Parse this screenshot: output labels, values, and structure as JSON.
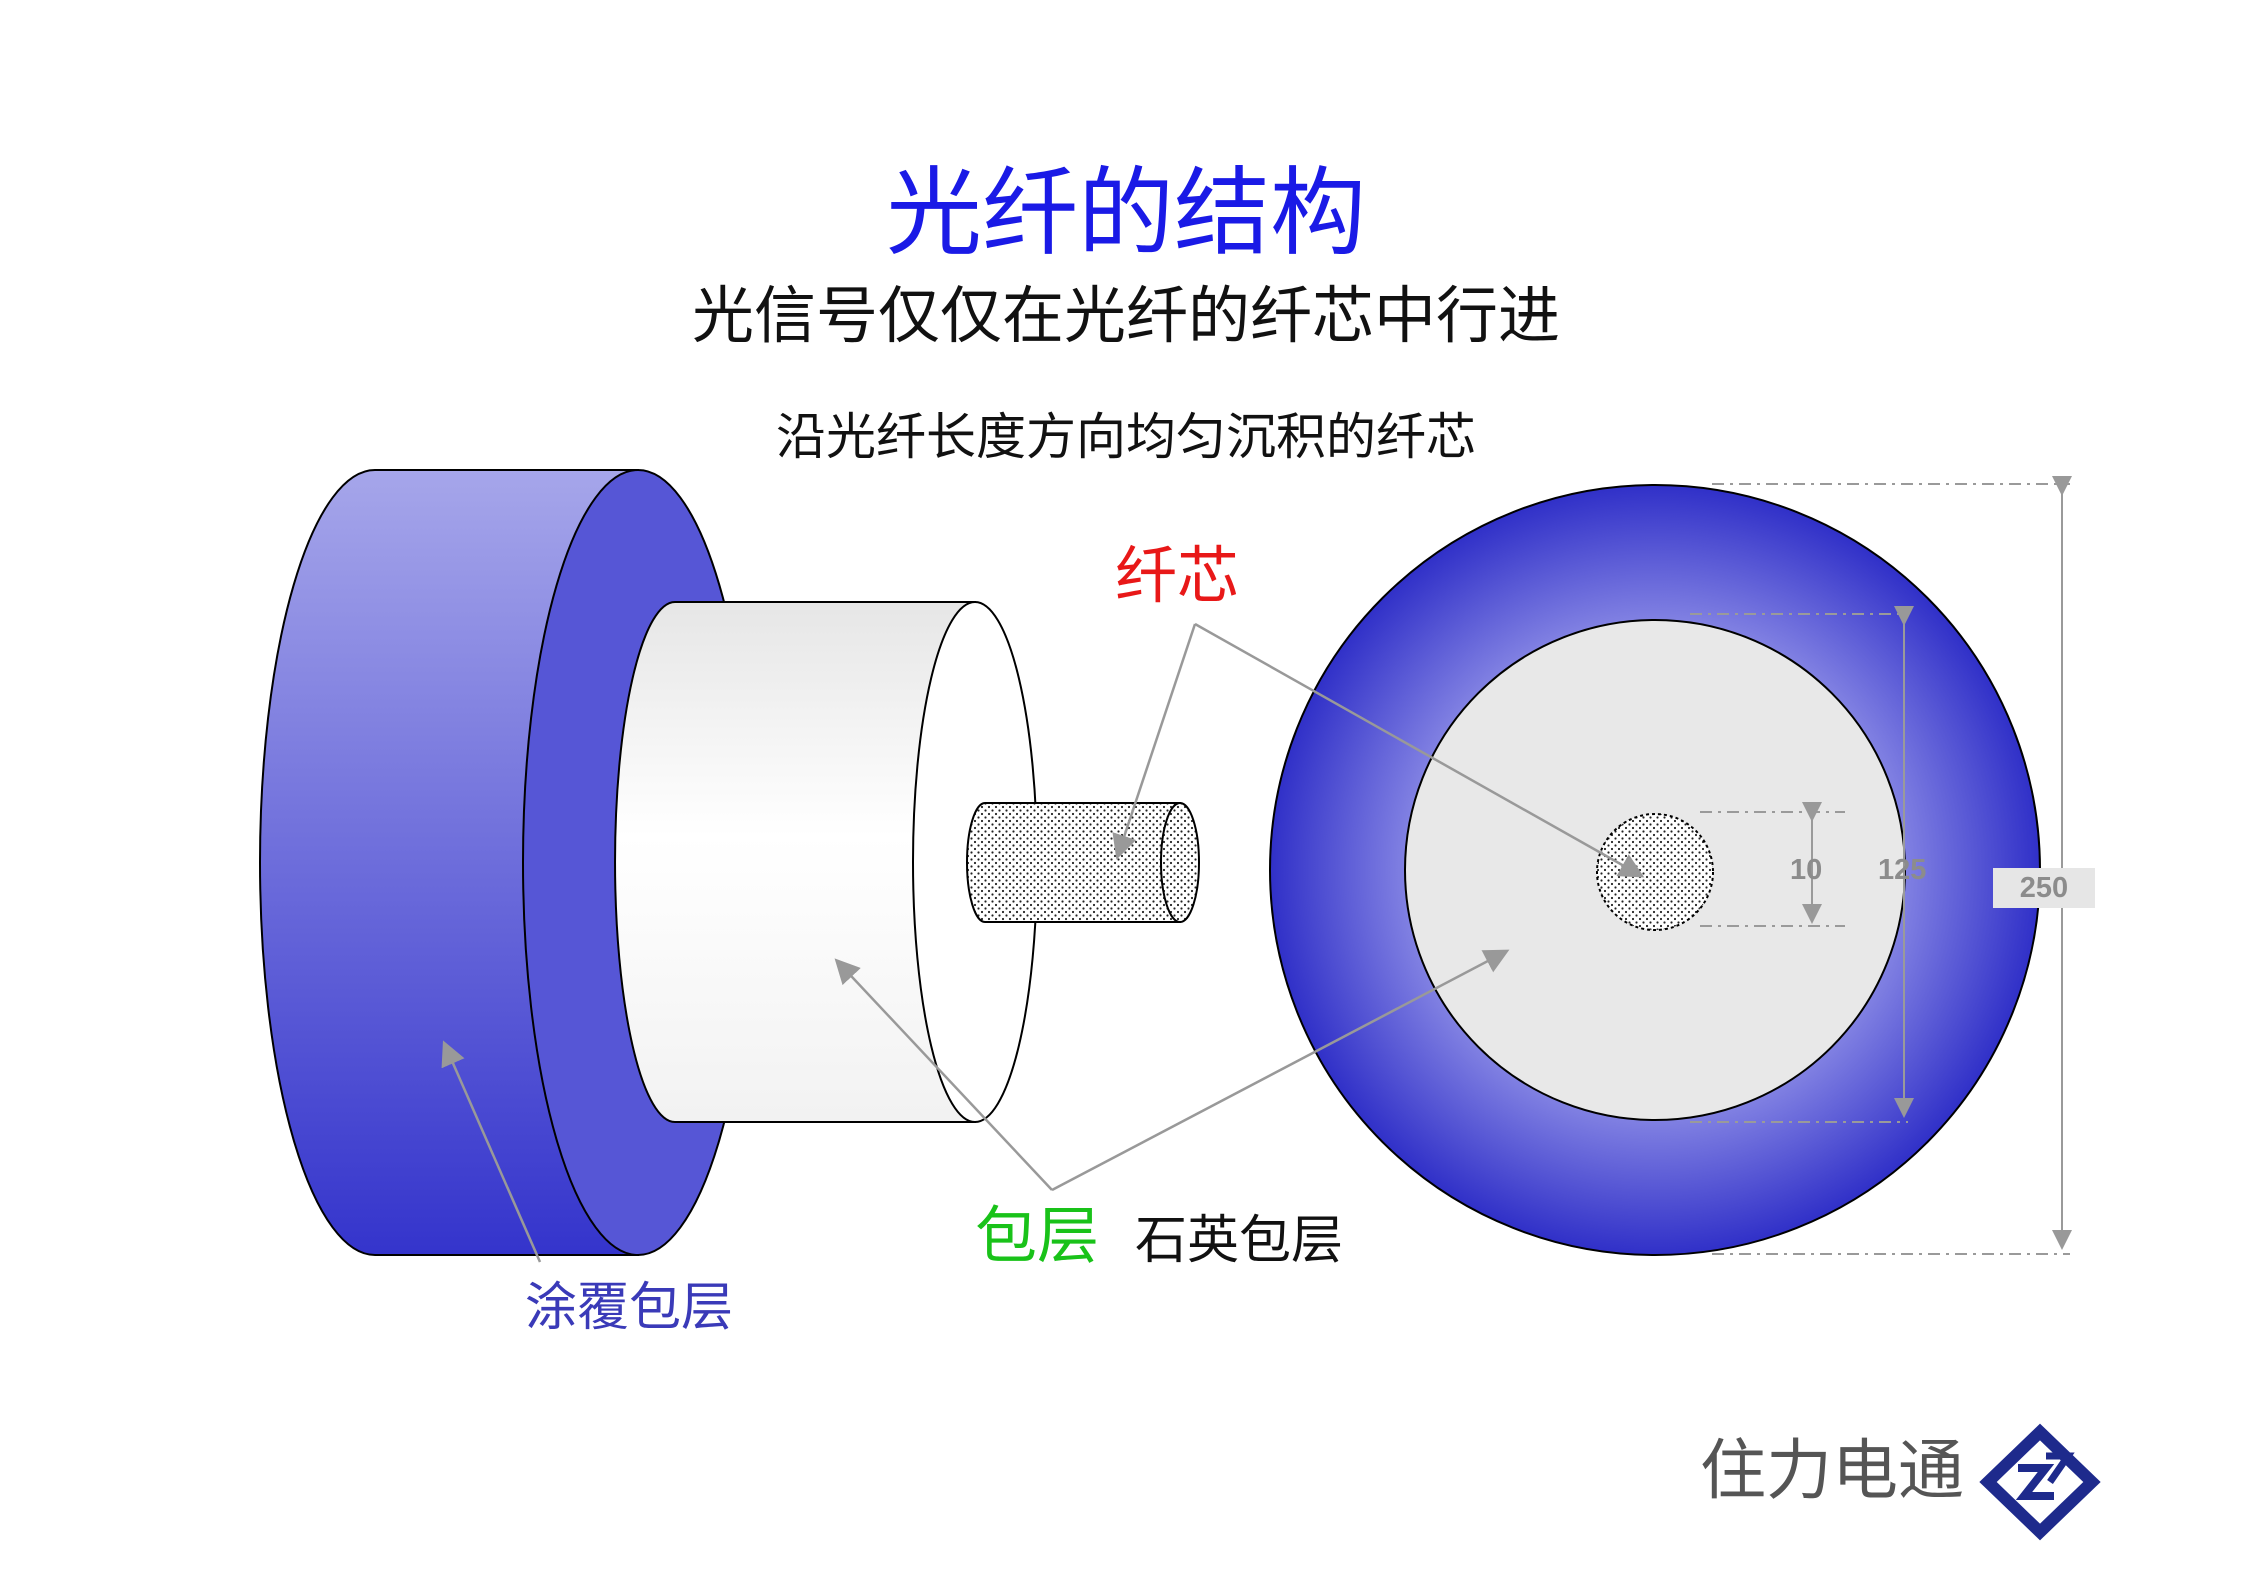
{
  "title": "光纤的结构",
  "subtitle": "光信号仅仅在光纤的纤芯中行进",
  "caption": "沿光纤长度方向均匀沉积的纤芯",
  "labels": {
    "core": "纤芯",
    "cladding": "包层",
    "quartz_cladding": "石英包层",
    "coating": "涂覆包层"
  },
  "dimensions": {
    "core": "10",
    "cladding": "125",
    "coating": "250"
  },
  "brand": {
    "name": "住力电通",
    "logo_icon": "diamond-logo-icon"
  },
  "colors": {
    "title": "#1a1ae6",
    "core_label": "#e81818",
    "cladding_label": "#19c219",
    "coating_label": "#3a3ab8",
    "coating_fill": "#3c3cd2",
    "cladding_fill": "#e8e8e8"
  }
}
